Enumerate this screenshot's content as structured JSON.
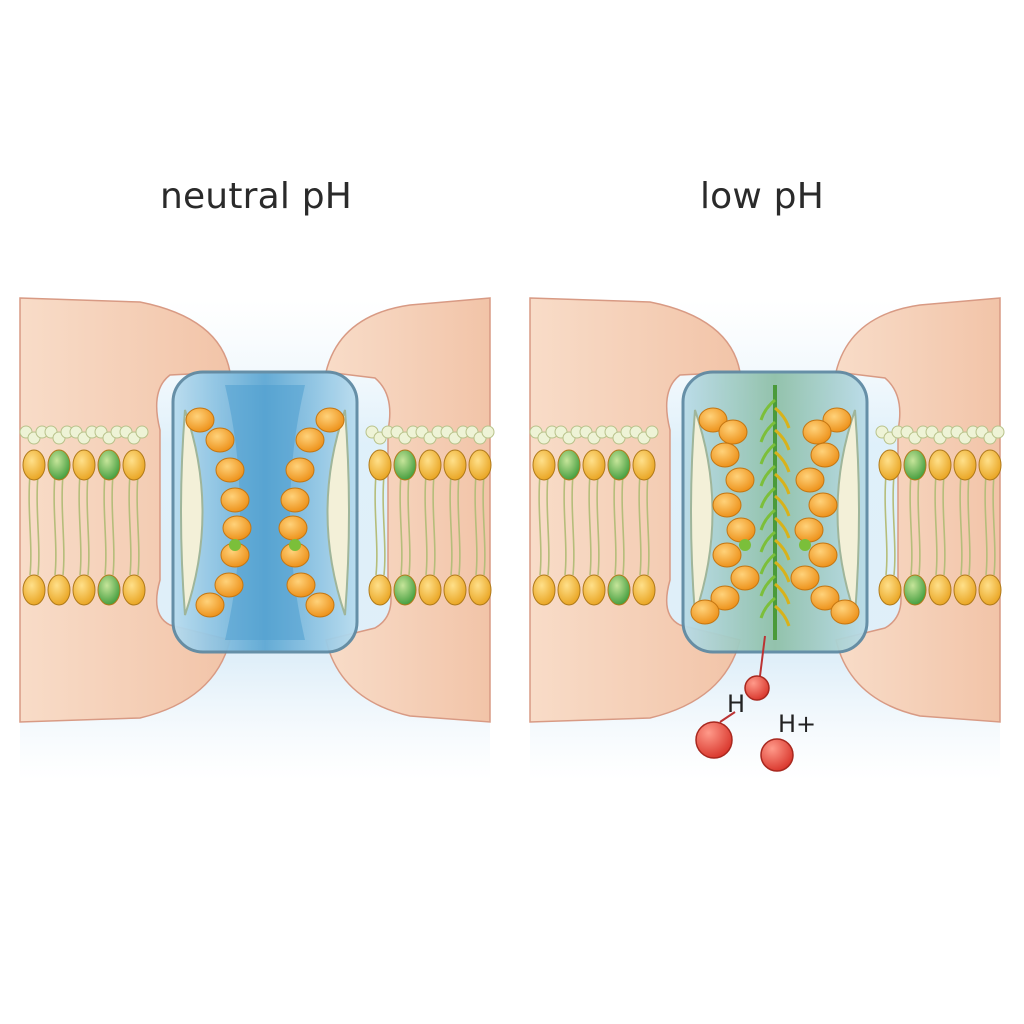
{
  "panels": [
    {
      "title": "neutral pH",
      "state": "open"
    },
    {
      "title": "low pH",
      "state": "gated"
    }
  ],
  "ions": {
    "labels": [
      "H",
      "H+"
    ],
    "count": 3,
    "color": "#e0463a"
  },
  "colors": {
    "membrane_pink": "#f6d3bd",
    "lipid_head_orange": "#f2b436",
    "lipid_head_green": "#5fb04a",
    "channel_blue": "#9fcbe3",
    "residue_orange": "#f5a623"
  }
}
